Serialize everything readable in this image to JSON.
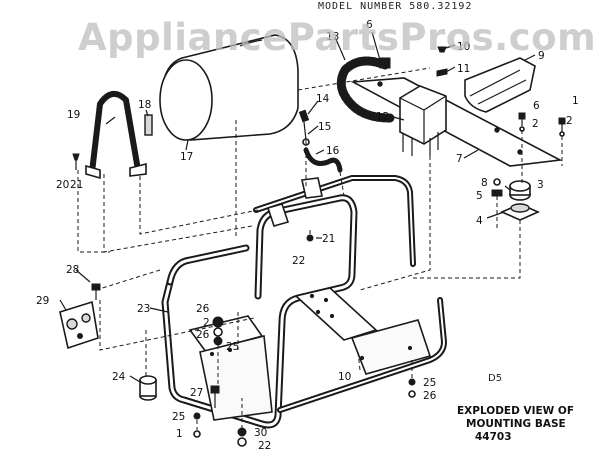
{
  "model_header": "MODEL NUMBER 580.32192",
  "watermark": "AppliancePartsPros.com",
  "title_lines": [
    "EXPLODED VIEW OF",
    "MOUNTING BASE",
    "44703"
  ],
  "code": "D5",
  "callouts": {
    "c1a": "1",
    "c1b": "1",
    "c2a": "2",
    "c2b": "2",
    "c3": "3",
    "c4": "4",
    "c5": "5",
    "c6a": "6",
    "c6b": "6",
    "c7": "7",
    "c8": "8",
    "c9": "9",
    "c10a": "10",
    "c10b": "10",
    "c11": "11",
    "c12": "12",
    "c13": "13",
    "c14": "14",
    "c15": "15",
    "c16": "16",
    "c17": "17",
    "c18": "18",
    "c19": "19",
    "c20": "20",
    "c21a": "21",
    "c21b": "21",
    "c22a": "22",
    "c22b": "22",
    "c23": "23",
    "c24": "24",
    "c25a": "25",
    "c25b": "25",
    "c25c": "25",
    "c26a": "26",
    "c26b": "26",
    "c26c": "26",
    "c27": "27",
    "c28": "28",
    "c29": "29",
    "c30": "30"
  }
}
